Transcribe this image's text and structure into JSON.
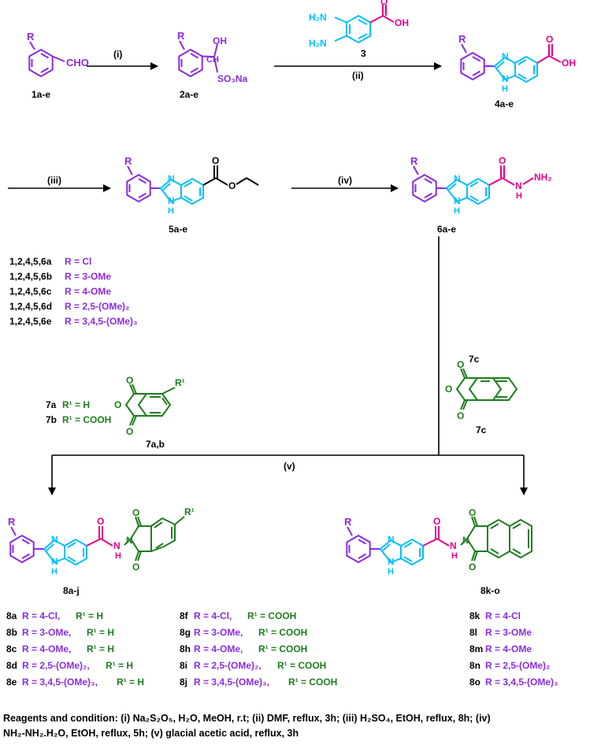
{
  "colors": {
    "purple": "#8A2BE2",
    "cyan": "#00BFFF",
    "magenta": "#E6008A",
    "green": "#1E7D1E",
    "black": "#000000"
  },
  "row1": {
    "cmpd_1_label": "1a-e",
    "cmpd_1_R": "R",
    "cmpd_1_group": "CHO",
    "step_i": "(i)",
    "cmpd_2_label": "2a-e",
    "cmpd_2_R": "R",
    "cmpd_2_OH": "OH",
    "cmpd_2_CH": "CH",
    "cmpd_2_SO3Na": "SO₃Na",
    "reagent_3_NH2_top": "H₂N",
    "reagent_3_NH2_bot": "H₂N",
    "reagent_3_O": "O",
    "reagent_3_OH": "OH",
    "reagent_3_label": "3",
    "step_ii": "(ii)",
    "cmpd_4_label": "4a-e",
    "cmpd_4_R": "R",
    "cmpd_4_N": "N",
    "cmpd_4_NH": "N",
    "cmpd_4_H": "H",
    "cmpd_4_O": "O",
    "cmpd_4_OH": "OH"
  },
  "row2": {
    "step_iii": "(iii)",
    "cmpd_5_label": "5a-e",
    "cmpd_5_R": "R",
    "cmpd_5_N": "N",
    "cmpd_5_NH": "N",
    "cmpd_5_H": "H",
    "cmpd_5_O1": "O",
    "cmpd_5_O2": "O",
    "step_iv": "(iv)",
    "cmpd_6_label": "6a-e",
    "cmpd_6_R": "R",
    "cmpd_6_N": "N",
    "cmpd_6_NH": "N",
    "cmpd_6_H": "H",
    "cmpd_6_O": "O",
    "cmpd_6_hyd_N": "N",
    "cmpd_6_hyd_H": "H",
    "cmpd_6_hyd_NH2": "NH₂"
  },
  "series_list": [
    {
      "num": "1,2,4,5,6a",
      "R": "R = Cl"
    },
    {
      "num": "1,2,4,5,6b",
      "R": "R = 3-OMe"
    },
    {
      "num": "1,2,4,5,6c",
      "R": "R = 4-OMe"
    },
    {
      "num": "1,2,4,5,6d",
      "R": "R = 2,5-(OMe)₂"
    },
    {
      "num": "1,2,4,5,6e",
      "R": "R = 3,4,5-(OMe)₃"
    }
  ],
  "anhydride": {
    "item_a_num": "7a",
    "item_a_txt": "R¹ = H",
    "item_b_num": "7b",
    "item_b_txt": "R¹ = COOH",
    "label_7ab": "7a,b",
    "R1": "R¹",
    "O_top": "O",
    "O_mid": "O",
    "O_bot": "O",
    "label_7c": "7c",
    "c_O_top": "O",
    "c_O_mid": "O",
    "c_O_bot": "O"
  },
  "step_v": "(v)",
  "product_8aj": {
    "label": "8a-j",
    "R": "R",
    "N": "N",
    "NH": "N",
    "H": "H",
    "O": "O",
    "amide_N": "N",
    "amide_H": "H",
    "imide_N": "N",
    "O_top": "O",
    "O_bot": "O",
    "R1": "R¹"
  },
  "product_8ko": {
    "label": "8k-o",
    "R": "R",
    "N": "N",
    "NH": "N",
    "H": "H",
    "O": "O",
    "amide_N": "N",
    "amide_H": "H",
    "imide_N": "N",
    "O_top": "O",
    "O_bot": "O"
  },
  "list_8a_e": [
    {
      "num": "8a",
      "R": "R = 4-Cl,",
      "R1": "R¹ = H"
    },
    {
      "num": "8b",
      "R": "R = 3-OMe,",
      "R1": "R¹ = H"
    },
    {
      "num": "8c",
      "R": "R = 4-OMe,",
      "R1": "R¹ = H"
    },
    {
      "num": "8d",
      "R": "R = 2,5-(OMe)₂,",
      "R1": "R¹ = H"
    },
    {
      "num": "8e",
      "R": "R = 3,4,5-(OMe)₃,",
      "R1": "R¹ = H"
    }
  ],
  "list_8f_j": [
    {
      "num": "8f",
      "R": "R = 4-Cl,",
      "R1": "R¹ = COOH"
    },
    {
      "num": "8g",
      "R": "R = 3-OMe,",
      "R1": "R¹ = COOH"
    },
    {
      "num": "8h",
      "R": "R = 4-OMe,",
      "R1": "R¹ = COOH"
    },
    {
      "num": "8i",
      "R": "R = 2,5-(OMe)₂,",
      "R1": "R¹ = COOH"
    },
    {
      "num": "8j",
      "R": "R = 3,4,5-(OMe)₃,",
      "R1": "R¹ = COOH"
    }
  ],
  "list_8k_o": [
    {
      "num": "8k",
      "R": "R = 4-Cl"
    },
    {
      "num": "8l",
      "R": "R = 3-OMe"
    },
    {
      "num": "8m",
      "R": "R = 4-OMe"
    },
    {
      "num": "8n",
      "R": "R = 2,5-(OMe)₂"
    },
    {
      "num": "8o",
      "R": "R = 3,4,5-(OMe)₃"
    }
  ],
  "caption": {
    "line1": "Reagents and condition: (i) Na₂S₂O₅, H₂O, MeOH, r.t; (ii) DMF, reflux, 3h; (iii) H₂SO₄, EtOH, reflux, 8h; (iv)",
    "line2": "NH₂-NH₂.H₂O, EtOH, reflux, 5h; (v) glacial acetic acid, reflux, 3h"
  }
}
